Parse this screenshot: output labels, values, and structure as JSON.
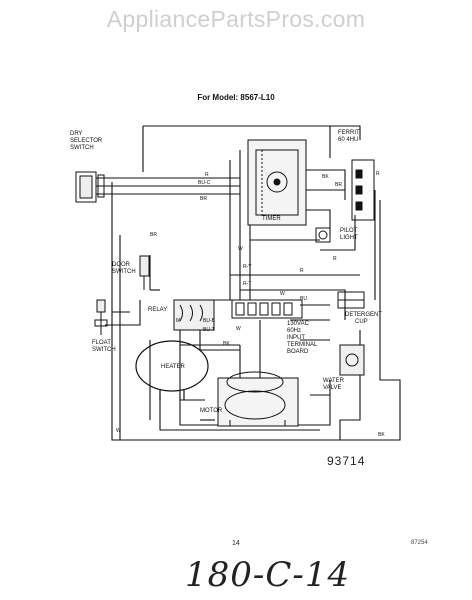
{
  "watermark": "AppliancePartsPros.com",
  "model_title": "For Model: 8567-L10",
  "labels": {
    "dry_selector_switch": [
      "DRY",
      "SELECTOR",
      "SWITCH"
    ],
    "ferrite": [
      "FERRIT",
      "60 4HU"
    ],
    "timer": "TIMER",
    "pilot_light": [
      "PILOT",
      "LIGHT"
    ],
    "door_switch": [
      "DOOR",
      "SWITCH"
    ],
    "relay": "RELAY",
    "detergent_cup": [
      "DETERGENT",
      "CUP"
    ],
    "float_switch": [
      "FLOAT",
      "SWITCH"
    ],
    "heater": "HEATER",
    "terminal_board": [
      "130VAC",
      "60Hz",
      "INPUT",
      "TERMINAL",
      "BOARD"
    ],
    "water_valve": [
      "WATER",
      "VALVE"
    ],
    "motor": "MOTOR"
  },
  "wire_codes": {
    "w1": "R",
    "w2": "BU-C",
    "w3": "BR",
    "w4": "BR",
    "w5": "BK",
    "w6": "BR",
    "w7": "R",
    "w8": "R-T",
    "w9": "BU-B",
    "w10": "BU-T",
    "w11": "M",
    "w12": "BK",
    "w13": "W",
    "w14": "R-Y",
    "w15": "R",
    "w16": "W",
    "w17": "BU",
    "w18": "R",
    "w19": "W",
    "w20": "W",
    "w21": "BK"
  },
  "drawing_number": "93714",
  "page_number": "14",
  "footer_code": "87254",
  "handwritten_ref": "180-C-14"
}
